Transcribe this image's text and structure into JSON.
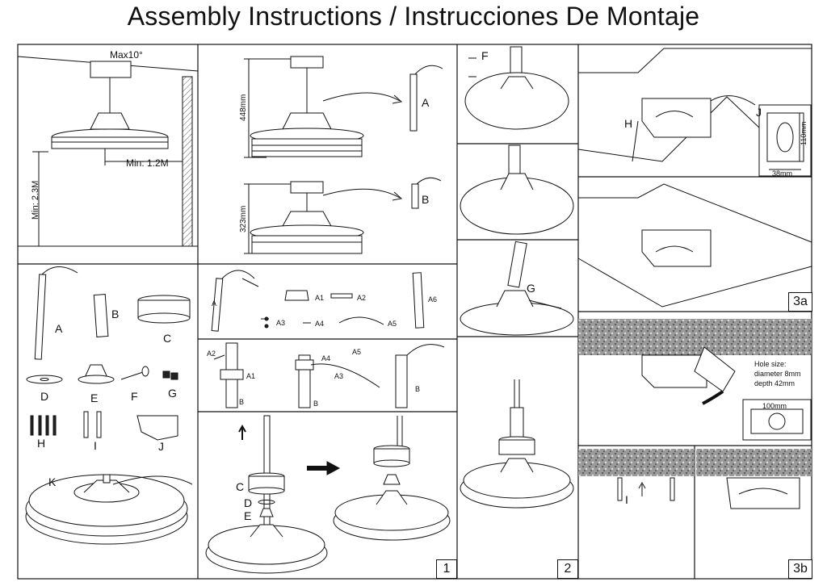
{
  "title": "Assembly Instructions / Instrucciones De Montaje",
  "dimensions": {
    "max_angle": "Max10°",
    "min_wall": "Min: 1.2M",
    "min_floor": "Min: 2.3M",
    "height_long": "448mm",
    "height_short": "323mm"
  },
  "parts": {
    "A": "A",
    "B": "B",
    "C": "C",
    "D": "D",
    "E": "E",
    "F": "F",
    "G": "G",
    "H": "H",
    "I": "I",
    "J": "J",
    "K": "K",
    "A1": "A1",
    "A2": "A2",
    "A3": "A3",
    "A4": "A4",
    "A5": "A5",
    "A6": "A6"
  },
  "bracket": {
    "height": "110mm",
    "width": "38mm",
    "hole_size_title": "Hole size:",
    "hole_diameter": "diameter 8mm",
    "hole_depth": "depth 42mm",
    "hole_spacing": "100mm"
  },
  "steps": [
    "1",
    "2",
    "3a",
    "3b"
  ],
  "colors": {
    "line": "#111111",
    "hatch": "#555555",
    "ceiling": "#8a8a8a"
  }
}
